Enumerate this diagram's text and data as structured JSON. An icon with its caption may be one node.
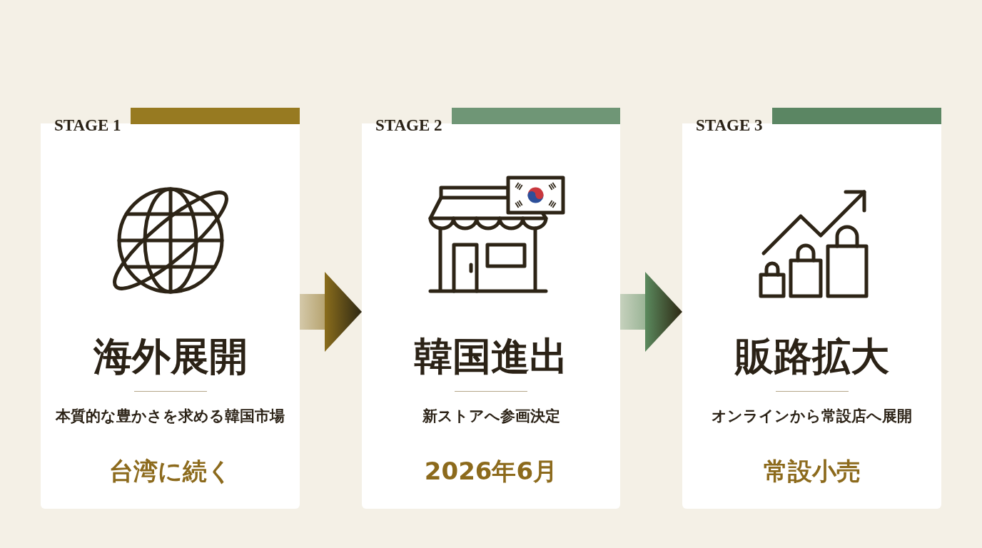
{
  "diagram": {
    "nodes": [
      {
        "text": [
          "STAGE 1",
          "海外展開",
          "本質的な豊かさを求める韓国市場",
          "台湾に続く"
        ]
      },
      {
        "text": [
          "STAGE 2",
          "韓国進出",
          "新ストアへ参画決定",
          "2026年6月"
        ]
      },
      {
        "text": [
          "STAGE 3",
          "販路拡大",
          "オンラインから常設店へ展開",
          "常設小売"
        ]
      }
    ],
    "edges": [
      {
        "from": 0,
        "to": 1,
        "arrow": "to",
        "color": "#8a6d1c"
      },
      {
        "from": 1,
        "to": 2,
        "arrow": "to",
        "color": "#5b8a5e"
      }
    ]
  }
}
